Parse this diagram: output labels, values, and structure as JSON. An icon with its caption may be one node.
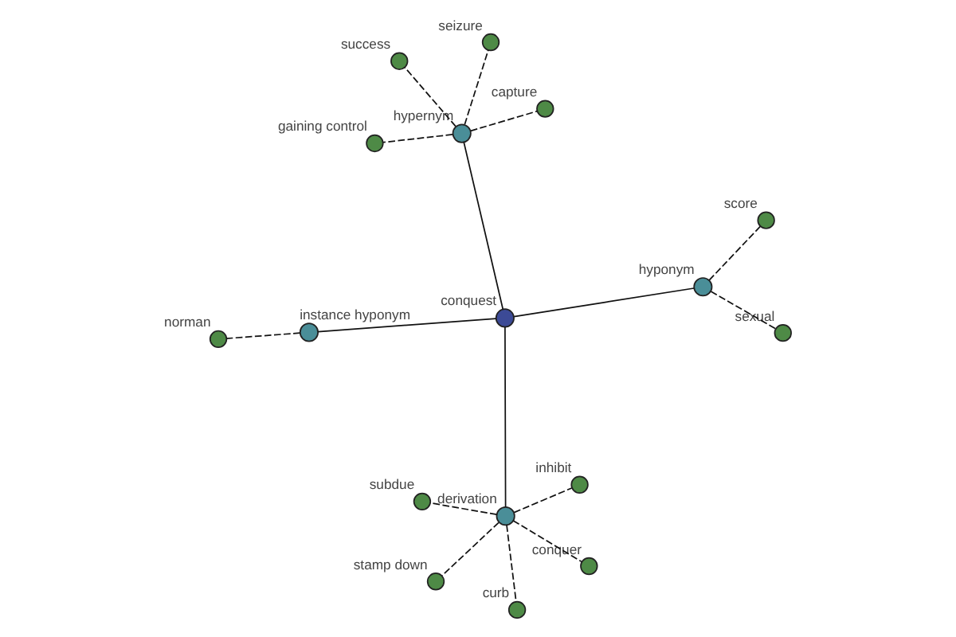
{
  "diagram": {
    "nodes": [
      {
        "text": [
          "norman"
        ]
      },
      {
        "text": [
          "inhibit"
        ]
      },
      {
        "text": [
          "curb"
        ]
      },
      {
        "text": [
          "success"
        ]
      },
      {
        "text": [
          "seizure"
        ]
      },
      {
        "text": [
          "instance hyponym"
        ]
      },
      {
        "text": [
          "stamp down"
        ]
      },
      {
        "text": [
          "derivation"
        ]
      },
      {
        "text": [
          "subdue"
        ]
      },
      {
        "text": [
          "hypernym"
        ]
      },
      {
        "text": [
          "conquest"
        ]
      },
      {
        "text": [
          "gaining control"
        ]
      },
      {
        "text": [
          "conquer"
        ]
      },
      {
        "text": [
          "capture"
        ]
      },
      {
        "text": [
          "hyponym"
        ]
      },
      {
        "text": [
          "sexual"
        ]
      },
      {
        "text": [
          "score"
        ]
      }
    ],
    "edges": [
      {
        "from": 10,
        "to": 9,
        "arrow": "none"
      },
      {
        "from": 10,
        "to": 5,
        "arrow": "none"
      },
      {
        "from": 10,
        "to": 7,
        "arrow": "none"
      },
      {
        "from": 10,
        "to": 14,
        "arrow": "none"
      },
      {
        "from": 9,
        "to": 4,
        "arrow": "none",
        "style": "dashed"
      },
      {
        "from": 9,
        "to": 3,
        "arrow": "none",
        "style": "dashed"
      },
      {
        "from": 9,
        "to": 11,
        "arrow": "none",
        "style": "dashed"
      },
      {
        "from": 9,
        "to": 13,
        "arrow": "none",
        "style": "dashed"
      },
      {
        "from": 5,
        "to": 0,
        "arrow": "none",
        "style": "dashed"
      },
      {
        "from": 7,
        "to": 1,
        "arrow": "none",
        "style": "dashed"
      },
      {
        "from": 7,
        "to": 2,
        "arrow": "none",
        "style": "dashed"
      },
      {
        "from": 7,
        "to": 6,
        "arrow": "none",
        "style": "dashed"
      },
      {
        "from": 7,
        "to": 8,
        "arrow": "none",
        "style": "dashed"
      },
      {
        "from": 7,
        "to": 12,
        "arrow": "none",
        "style": "dashed"
      },
      {
        "from": 14,
        "to": 15,
        "arrow": "none",
        "style": "dashed"
      },
      {
        "from": 14,
        "to": 16,
        "arrow": "none",
        "style": "dashed"
      }
    ]
  }
}
